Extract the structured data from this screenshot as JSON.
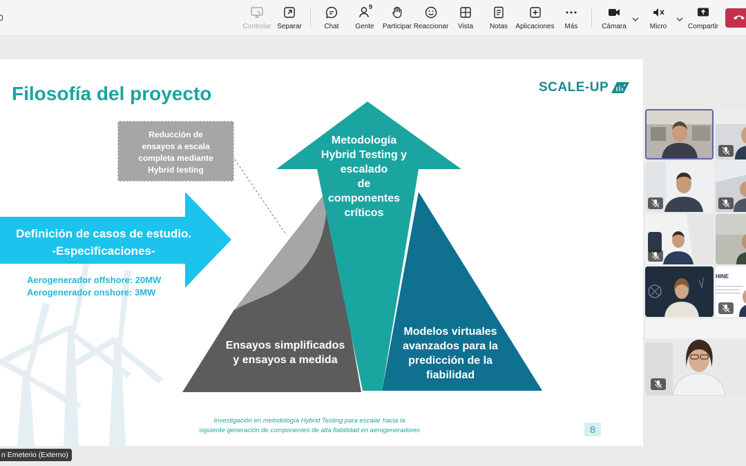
{
  "toolbar": {
    "left_text": "0",
    "buttons": {
      "controlar": "Controlar",
      "separar": "Separar",
      "chat": "Chat",
      "gente": "Gente",
      "gente_count": "9",
      "participar": "Participar",
      "reaccionar": "Reaccionar",
      "vista": "Vista",
      "notas": "Notas",
      "aplicaciones": "Aplicaciones",
      "mas": "Más",
      "camara": "Cámara",
      "micro": "Micro",
      "compartir": "Compartir"
    },
    "icons": [
      "monitor-icon",
      "popout-icon",
      "chat-icon",
      "people-icon",
      "raise-hand-icon",
      "smiley-icon",
      "grid-icon",
      "notes-icon",
      "add-app-icon",
      "more-icon",
      "camera-icon",
      "mic-muted-icon",
      "share-icon",
      "hangup-icon"
    ],
    "leave_color": "#c4314b"
  },
  "slide": {
    "title": "Filosofía del proyecto",
    "logo": "SCALE-UP",
    "grey_box": [
      "Reducción de",
      "ensayos a escala",
      "completa mediante",
      "Hybrid testing"
    ],
    "definition": [
      "Definición de casos de estudio.",
      "-Especificaciones-"
    ],
    "aero": [
      "Aerogenerador offshore: 20MW",
      "Aerogenerador onshore: 3MW"
    ],
    "up_arrow": [
      "Metodología",
      "Hybrid Testing y",
      "escalado",
      "de",
      "componentes",
      "críticos"
    ],
    "left_block": [
      "Ensayos simplificados",
      "y ensayos a medida"
    ],
    "right_block": [
      "Modelos virtuales",
      "avanzados para la",
      "predicción de la",
      "fiabilidad"
    ],
    "footer": [
      "Investigación en metodología Hybrid Testing para escalar hacia la",
      "siguiente generación de componentes de alta fiabilidad en aerogeneradores"
    ],
    "page_number": "8",
    "colors": {
      "teal": "#1ba5a0",
      "cyan": "#1cc3ec",
      "dark_grey": "#5c5c5c",
      "light_grey": "#a6a6a6",
      "navy_teal": "#0f7090"
    }
  },
  "participants": {
    "tile5_caption": "HINE"
  },
  "name_tag": "n Emeterio (Externo)"
}
